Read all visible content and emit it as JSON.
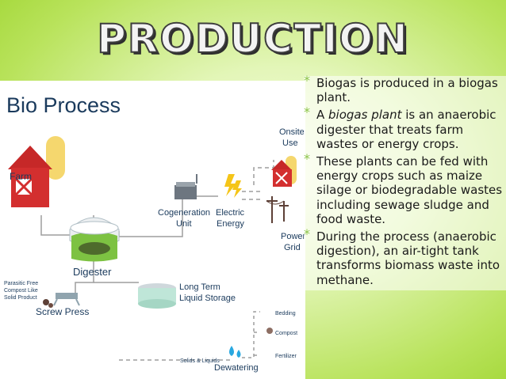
{
  "title": "PRODUCTION",
  "diagram": {
    "heading": "Bio Process",
    "labels": {
      "farm": "Farm",
      "onsite_line1": "Onsite",
      "onsite_line2": "Use",
      "cogeneration_line1": "Cogeneration",
      "cogeneration_line2": "Unit",
      "electric_line1": "Electric",
      "electric_line2": "Energy",
      "power_line1": "Power",
      "power_line2": "Grid",
      "digester": "Digester",
      "parasitic_line1": "Parasitic Free",
      "parasitic_line2": "Compost Like",
      "parasitic_line3": "Solid Product",
      "screw_press": "Screw Press",
      "long_term_line1": "Long Term",
      "long_term_line2": "Liquid Storage",
      "solids_liquids": "Solids & Liquids",
      "dewatering": "Dewatering",
      "bedding": "Bedding",
      "compost": "Compost",
      "fertilizer": "Fertilizer"
    }
  },
  "bullets": [
    {
      "segments": [
        {
          "text": "Biogas is produced in a biogas plant.",
          "italic": false
        }
      ]
    },
    {
      "segments": [
        {
          "text": "A ",
          "italic": false
        },
        {
          "text": "biogas plant",
          "italic": true
        },
        {
          "text": " is an anaerobic digester that treats farm wastes or energy crops.",
          "italic": false
        }
      ]
    },
    {
      "segments": [
        {
          "text": "These plants can be fed with energy crops such as maize silage or biodegradable wastes including sewage sludge and food waste.",
          "italic": false
        }
      ]
    },
    {
      "segments": [
        {
          "text": "During the process (anaerobic digestion), an air-tight tank transforms biomass waste into methane.",
          "italic": false
        }
      ]
    }
  ],
  "bullet_marker": "*",
  "colors": {
    "accent": "#8bc34a",
    "barn_red": "#d32f2f",
    "silo_yellow": "#f5d76e",
    "digester_green": "#7dc242",
    "storage_teal": "#bfe6d8",
    "line_gray": "#9e9e9e"
  }
}
